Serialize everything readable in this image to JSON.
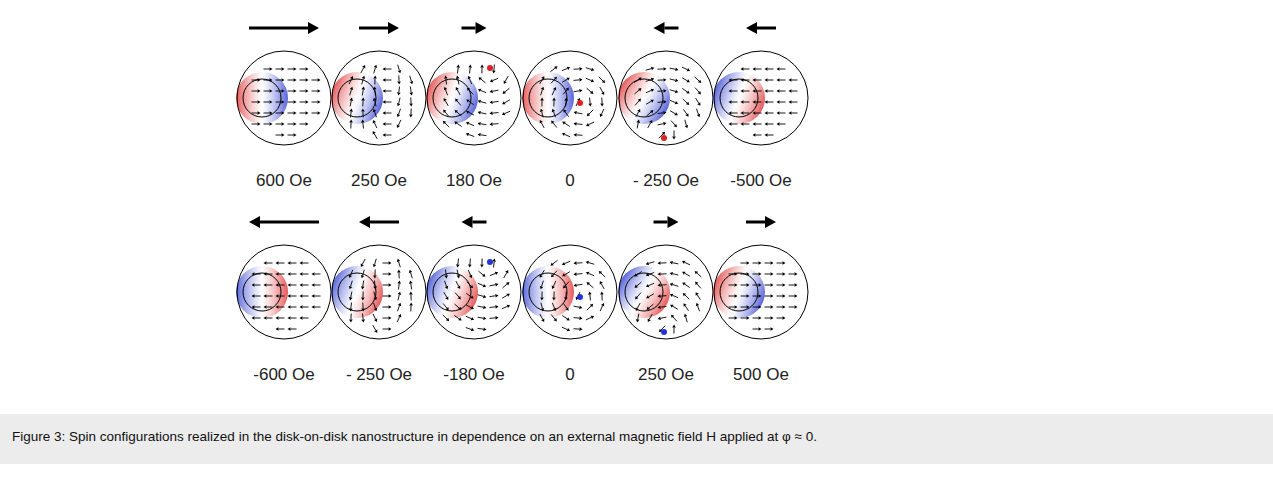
{
  "diagram": {
    "caption": "Figure 3: Spin configurations realized in the disk-on-disk nanostructure in dependence on an external magnetic field H applied at φ ≈ 0.",
    "labels": [
      "600 Oe",
      "250 Oe",
      "180 Oe",
      "0",
      "- 250 Oe",
      "-500 Oe",
      "-600 Oe",
      "- 250 Oe",
      "-180 Oe",
      "0",
      "250 Oe",
      "500 Oe"
    ]
  }
}
